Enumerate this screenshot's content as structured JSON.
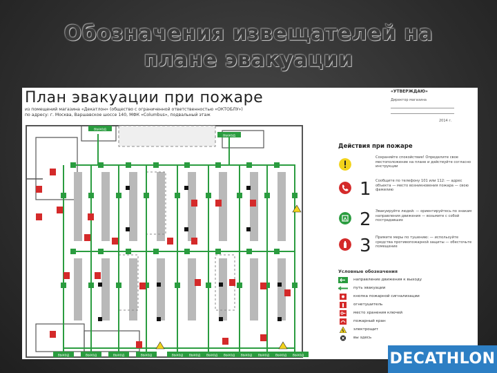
{
  "slide": {
    "title": "Обозначения извещателей на\nплане эвакуации"
  },
  "plan": {
    "title": "План эвакуации при пожаре",
    "subtitle_line1": "из помещений магазина «Декатлон» (общество с ограниченной ответственностью «ОКТОБЛУ»)",
    "subtitle_line2": "по адресу: г. Москва, Варшавское шоссе 140, МФК «Columbus», подвальный этаж",
    "exit_label": "выход",
    "exits": [
      "выход",
      "выход",
      "выход",
      "выход",
      "выход",
      "выход",
      "выход",
      "выход",
      "выход",
      "выход",
      "выход",
      "выход"
    ]
  },
  "approval": {
    "heading": "«УТВЕРЖДАЮ»",
    "role": "Директор магазина",
    "year_suffix": "2014 г."
  },
  "actions": {
    "title": "Действия при пожаре",
    "steps": [
      {
        "num": "",
        "color": "#f2d31b",
        "text": "Сохраняйте спокойствие! Определите свое местоположение на плане и действуйте согласно инструкции"
      },
      {
        "num": "1",
        "color": "#d42a2a",
        "text": "Сообщите по телефону 101 или 112: — адрес объекта — место возникновения пожара — свою фамилию"
      },
      {
        "num": "2",
        "color": "#2a9c3f",
        "text": "Эвакуируйте людей: — ориентируйтесь по знакам направления движения — возьмите с собой пострадавших"
      },
      {
        "num": "3",
        "color": "#d42a2a",
        "text": "Примите меры по тушению: — используйте средства противопожарной защиты — обесточьте помещение"
      }
    ]
  },
  "legend": {
    "title": "Условные обозначения",
    "items": [
      {
        "symbol": "exit-direction",
        "color": "#2a9c3f",
        "label": "направление движения к выходу"
      },
      {
        "symbol": "route-line",
        "color": "#2a9c3f",
        "label": "путь эвакуации"
      },
      {
        "symbol": "alarm-button",
        "color": "#d42a2a",
        "label": "кнопка пожарной сигнализации"
      },
      {
        "symbol": "extinguisher",
        "color": "#d42a2a",
        "label": "огнетушитель"
      },
      {
        "symbol": "key-storage",
        "color": "#d42a2a",
        "label": "место хранения ключей"
      },
      {
        "symbol": "fire-hydrant",
        "color": "#d42a2a",
        "label": "пожарный кран"
      },
      {
        "symbol": "electrical",
        "color": "#f2d31b",
        "label": "электрощит"
      },
      {
        "symbol": "you-are-here",
        "color": "#222222",
        "label": "вы здесь"
      }
    ]
  },
  "brand": {
    "name": "DECATHLON",
    "color": "#2d7fc4"
  },
  "colors": {
    "route": "#2a9c3f",
    "fire": "#d42a2a",
    "shelf": "#b9b9b9",
    "wall": "#555555"
  }
}
